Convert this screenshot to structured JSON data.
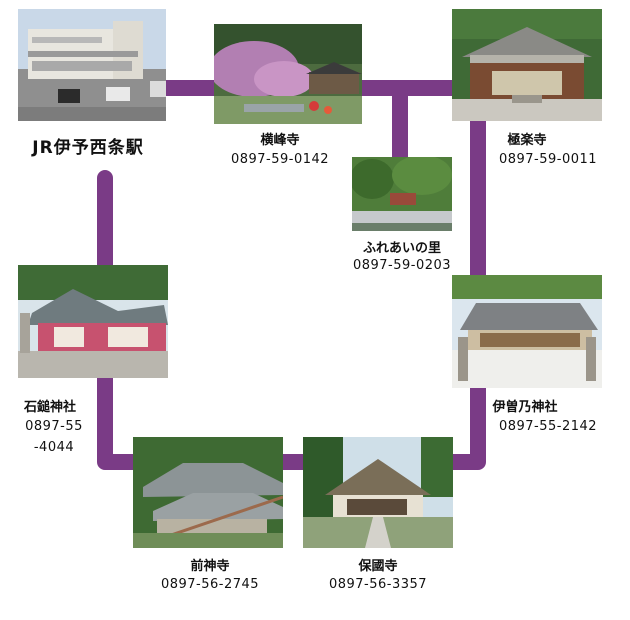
{
  "route_color": "#7a3b86",
  "stops": {
    "station": {
      "name": "JR伊予西条駅"
    },
    "yokomine": {
      "name": "横峰寺",
      "phone": "0897-59-0142"
    },
    "gokuraku": {
      "name": "極楽寺",
      "phone": "0897-59-0011"
    },
    "fureai": {
      "name": "ふれあいの里",
      "phone": "0897-59-0203"
    },
    "ishizuchi": {
      "name": "石鎚神社",
      "phone_line1": "0897-55",
      "phone_line2": "-4044"
    },
    "isono": {
      "name": "伊曽乃神社",
      "phone": "0897-55-2142"
    },
    "maegami": {
      "name": "前神寺",
      "phone": "0897-56-2745"
    },
    "hokoku": {
      "name": "保國寺",
      "phone": "0897-56-3357"
    }
  }
}
